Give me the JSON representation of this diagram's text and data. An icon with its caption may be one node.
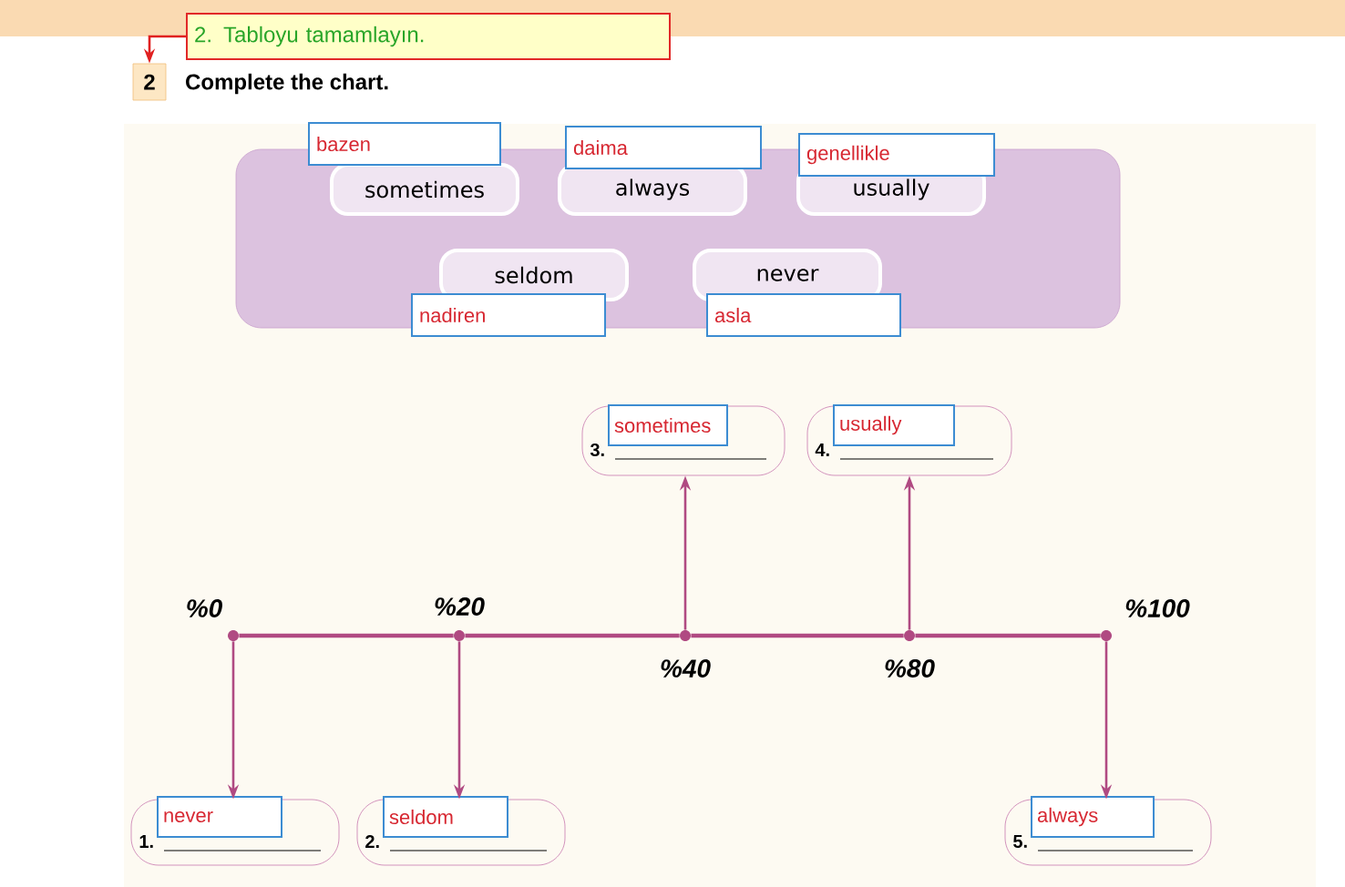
{
  "diagram": {
    "nodes": [
      {
        "text": [
          "2. Tabloyu tamamlayın."
        ]
      },
      {
        "text": [
          "2"
        ]
      },
      {
        "text": [],
        "shape": "box"
      },
      {
        "text": [
          "sometimes"
        ],
        "in": 2
      },
      {
        "text": [
          "always"
        ],
        "in": 2
      },
      {
        "text": [
          "usually"
        ],
        "in": 2
      },
      {
        "text": [
          "seldom"
        ],
        "in": 2
      },
      {
        "text": [
          "never"
        ],
        "in": 2
      },
      {
        "text": [
          "bazen"
        ]
      },
      {
        "text": [
          "daima"
        ]
      },
      {
        "text": [
          "genellikle"
        ]
      },
      {
        "text": [
          "nadiren"
        ]
      },
      {
        "text": [
          "asla"
        ]
      },
      {
        "text": [],
        "shape": "circle",
        "beside": [
          "%0"
        ]
      },
      {
        "text": [],
        "shape": "circle",
        "beside": [
          "%20"
        ]
      },
      {
        "text": [],
        "shape": "circle",
        "beside": [
          "%40"
        ]
      },
      {
        "text": [],
        "shape": "circle",
        "beside": [
          "%80"
        ]
      },
      {
        "text": [],
        "shape": "circle",
        "beside": [
          "%100"
        ]
      },
      {
        "text": [
          "3.",
          "sometimes"
        ]
      },
      {
        "text": [
          "4.",
          "usually"
        ]
      },
      {
        "text": [
          "1.",
          "never"
        ]
      },
      {
        "text": [
          "2.",
          "seldom"
        ]
      },
      {
        "text": [
          "5.",
          "always"
        ]
      }
    ],
    "edges": [
      {
        "from": 0,
        "to": 1,
        "arrow": "to",
        "color": "#e02020"
      },
      {
        "from": 13,
        "to": 14,
        "arrow": "none"
      },
      {
        "from": 14,
        "to": 15,
        "arrow": "none"
      },
      {
        "from": 15,
        "to": 16,
        "arrow": "none"
      },
      {
        "from": 16,
        "to": 17,
        "arrow": "none"
      },
      {
        "from": 15,
        "to": 18,
        "arrow": "to"
      },
      {
        "from": 16,
        "to": 19,
        "arrow": "to"
      },
      {
        "from": 13,
        "to": 20,
        "arrow": "to"
      },
      {
        "from": 14,
        "to": 21,
        "arrow": "to"
      },
      {
        "from": 17,
        "to": 22,
        "arrow": "to"
      }
    ],
    "labels": [
      "Complete the chart."
    ]
  }
}
